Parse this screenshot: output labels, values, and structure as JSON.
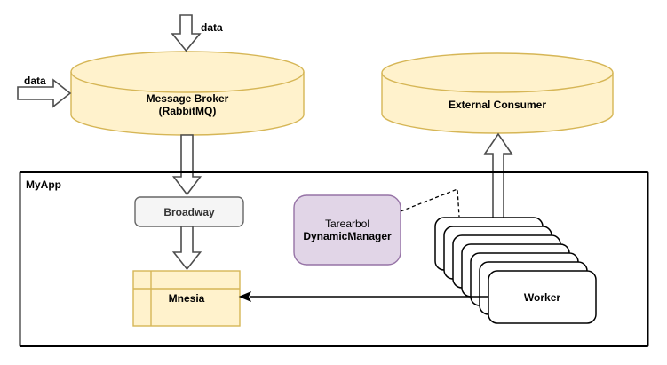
{
  "diagram": {
    "container_label": "MyApp",
    "arrows": {
      "data_top_label": "data",
      "data_left_label": "data"
    },
    "nodes": {
      "message_broker": {
        "shape": "cylinder",
        "line1": "Message Broker",
        "line2": "(RabbitMQ)"
      },
      "external_consumer": {
        "shape": "cylinder",
        "label": "External Consumer"
      },
      "broadway": {
        "label": "Broadway"
      },
      "mnesia": {
        "label": "Mnesia"
      },
      "dynamic_manager": {
        "line1": "Tarearbol",
        "line2": "DynamicManager"
      },
      "worker": {
        "label": "Worker",
        "stack_count": 7
      }
    },
    "colors": {
      "node_yellow_fill": "#FFF2CC",
      "node_yellow_stroke": "#D6B656",
      "node_purple_fill": "#E1D5E7",
      "node_purple_stroke": "#9673A6",
      "node_gray_fill": "#F5F5F5",
      "node_gray_stroke": "#666666",
      "hollow_arrow_stroke": "#4D4D4D",
      "line_black": "#000000"
    }
  }
}
